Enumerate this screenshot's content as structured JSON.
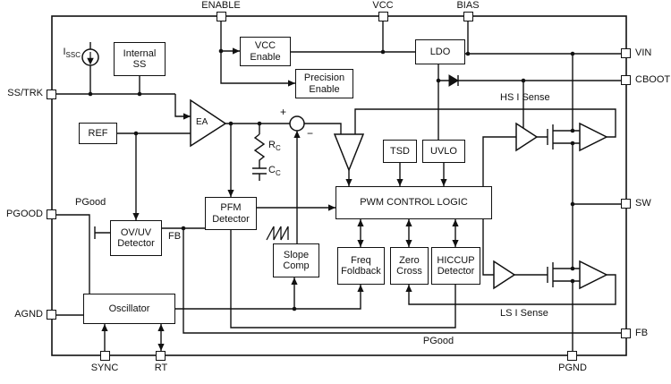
{
  "pins": {
    "enable": "ENABLE",
    "vcc": "VCC",
    "bias": "BIAS",
    "vin": "VIN",
    "cboot": "CBOOT",
    "sw": "SW",
    "fb": "FB",
    "ss_trk": "SS/TRK",
    "pgood": "PGOOD",
    "agnd": "AGND",
    "sync": "SYNC",
    "rt": "RT",
    "pgnd": "PGND"
  },
  "blocks": {
    "internal_ss": "Internal\nSS",
    "vcc_enable": "VCC\nEnable",
    "precision_enable": "Precision\nEnable",
    "ldo": "LDO",
    "ref": "REF",
    "ea": "EA",
    "tsd": "TSD",
    "uvlo": "UVLO",
    "pwm_control_logic": "PWM CONTROL LOGIC",
    "pfm_detector": "PFM\nDetector",
    "slope_comp": "Slope\nComp",
    "ov_uv_detector": "OV/UV\nDetector",
    "freq_foldback": "Freq\nFoldback",
    "zero_cross": "Zero\nCross",
    "hiccup_detector": "HICCUP\nDetector",
    "oscillator": "Oscillator"
  },
  "labels": {
    "hs_i_sense": "HS I Sense",
    "ls_i_sense": "LS I Sense",
    "pgood_left": "PGood",
    "pgood_bottom": "PGood",
    "fb_node": "FB",
    "plus": "+",
    "minus": "−",
    "issc_sym": "I",
    "issc_sub": "SSC",
    "rc_sym": "R",
    "rc_sub": "C",
    "cc_sym": "C",
    "cc_sub": "C"
  }
}
